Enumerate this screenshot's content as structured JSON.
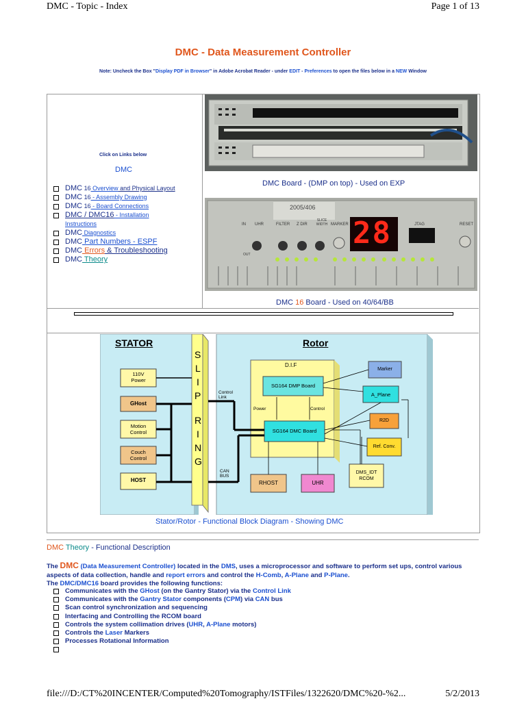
{
  "header": {
    "left": "DMC - Topic - Index",
    "right": "Page 1 of 13"
  },
  "title": "DMC - Data Measurement Controller",
  "note": {
    "label": "Note:",
    "t1": " Uncheck the Box \"",
    "display_pdf": "Display PDF in Browser",
    "t2": "\" in Adobe Acrobat Reader - under ",
    "edit": "EDIT",
    "t3": " - ",
    "prefs": "Preferences",
    "t4": " to open the files below in a ",
    "new": "NEW",
    "t5": " Window"
  },
  "left_panel": {
    "click_here": "Click on Links below",
    "heading": "DMC",
    "links": [
      {
        "dmc": "DMC",
        "rest_a": " 16",
        "rest_b": " Overview",
        "rest_c": " and Physical Layout"
      },
      {
        "dmc": "DMC",
        "rest_a": " 16",
        "rest_b": " - Assembly Drawing",
        "rest_c": ""
      },
      {
        "dmc": "DMC",
        "rest_a": " 16",
        "rest_b": " - Board Connections",
        "rest_c": ""
      },
      {
        "dmc": "DMC / DMC16",
        "rest_a": "",
        "rest_b": " - Installation",
        "rest_c": ""
      },
      {
        "dmc": "DMC",
        "rest_a": "",
        "rest_b": " Diagnostics",
        "rest_c": ""
      },
      {
        "dmc": "DMC",
        "rest_a": "",
        "rest_b": " Part Numbers - ESPF",
        "rest_c": ""
      },
      {
        "dmc": "DMC",
        "rest_a": "",
        "rest_b": " Errors",
        "rest_c": " & Troubleshooting"
      },
      {
        "dmc": "DMC",
        "rest_a": "",
        "rest_b": " Theory",
        "rest_c": ""
      }
    ],
    "instructions_line": "Instructions"
  },
  "photos": {
    "top_caption": "DMC Board - (DMP on top) - Used on EXP",
    "bottom_caption_a": "DMC ",
    "bottom_caption_16": "16",
    "bottom_caption_b": " Board - Used on 40/64/BB",
    "label_sticker": "2005/406",
    "display_digits": "28",
    "panel_labels": [
      "IN",
      "UHR",
      "FILTER",
      "Z DIR",
      "SLICE WIDTH",
      "MARKER",
      "JTAG",
      "RESET"
    ],
    "out_label": "OUT"
  },
  "diagram": {
    "stator": "STATOR",
    "rotor": "Rotor",
    "slip": [
      "S",
      "L",
      "I",
      "P"
    ],
    "ring": [
      "R",
      "I",
      "N",
      "G"
    ],
    "dif": "D.I.F",
    "power_110v": [
      "110V",
      "Power"
    ],
    "ghost": "GHost",
    "motion": [
      "Motion",
      "Control"
    ],
    "couch": [
      "Couch",
      "Control"
    ],
    "host": "HOST",
    "control_link": [
      "Control",
      "Link"
    ],
    "can_bus": [
      "CAN",
      "BUS"
    ],
    "dmp_board": "SG164 DMP Board",
    "dmc_board": "SG164 DMC Board",
    "power_lbl": "Power",
    "control_lbl": "Control",
    "marker": "Marker",
    "a_plane": "A_Plane",
    "r2d": "R2D",
    "ref_conv": "Ref. Conv.",
    "dms_idt": [
      "DMS_IDT",
      "RCOM"
    ],
    "rhost": "RHOST",
    "uhr": "UHR",
    "caption": "Stator/Rotor - Functional Block Diagram - Showing DMC"
  },
  "theory": {
    "heading_dmc": "DMC",
    "heading_theory": " Theory",
    "heading_rest": " - Functional Description"
  },
  "description": {
    "p1": "The ",
    "dmc": "DMC",
    "p2": " (Data Measurement Controller)",
    "p3": " located in the ",
    "dms": "DMS",
    "p4": ", uses a microprocessor and software to perform set ups, control various aspects of data collection, handle and ",
    "report_errors": "report errors",
    "p5": " and control the ",
    "hcomb": "H-Comb",
    "p6": ", ",
    "aplane": "A-Plane",
    "p7": " and ",
    "pplane": "P-Plane",
    "p8": ".",
    "l2a": "The ",
    "l2b": "DMC/DMC16",
    "l2c": " board provides the following functions:"
  },
  "functions": {
    "f1": [
      "Communicates with the ",
      "GHost",
      " (on the Gantry Stator) via the ",
      "Control Link"
    ],
    "f2": [
      "Communicates with the ",
      "Gantry Stator",
      " components (",
      "CPM",
      ") via ",
      "CAN",
      " bus"
    ],
    "f3": "Scan control synchronization and sequencing",
    "f4": "Interfacing and Controlling the RCOM board",
    "f5": [
      "Controls the system collimation drives (",
      "UHR",
      ", ",
      "A-Plane",
      " motors)"
    ],
    "f6": [
      "Controls the ",
      "Laser",
      " Markers"
    ],
    "f7": "Processes Rotational Information",
    "f8": ""
  },
  "footer": {
    "left": "file:///D:/CT%20INCENTER/Computed%20Tomography/ISTFiles/1322620/DMC%20-%2...",
    "right": "5/2/2013"
  },
  "colors": {
    "title_orange": "#e0561c",
    "link_blue": "#1a4fd0",
    "navy": "#1a2f8a",
    "teal": "#0a8a8a",
    "diagram_bg": "#c8ecf4"
  }
}
